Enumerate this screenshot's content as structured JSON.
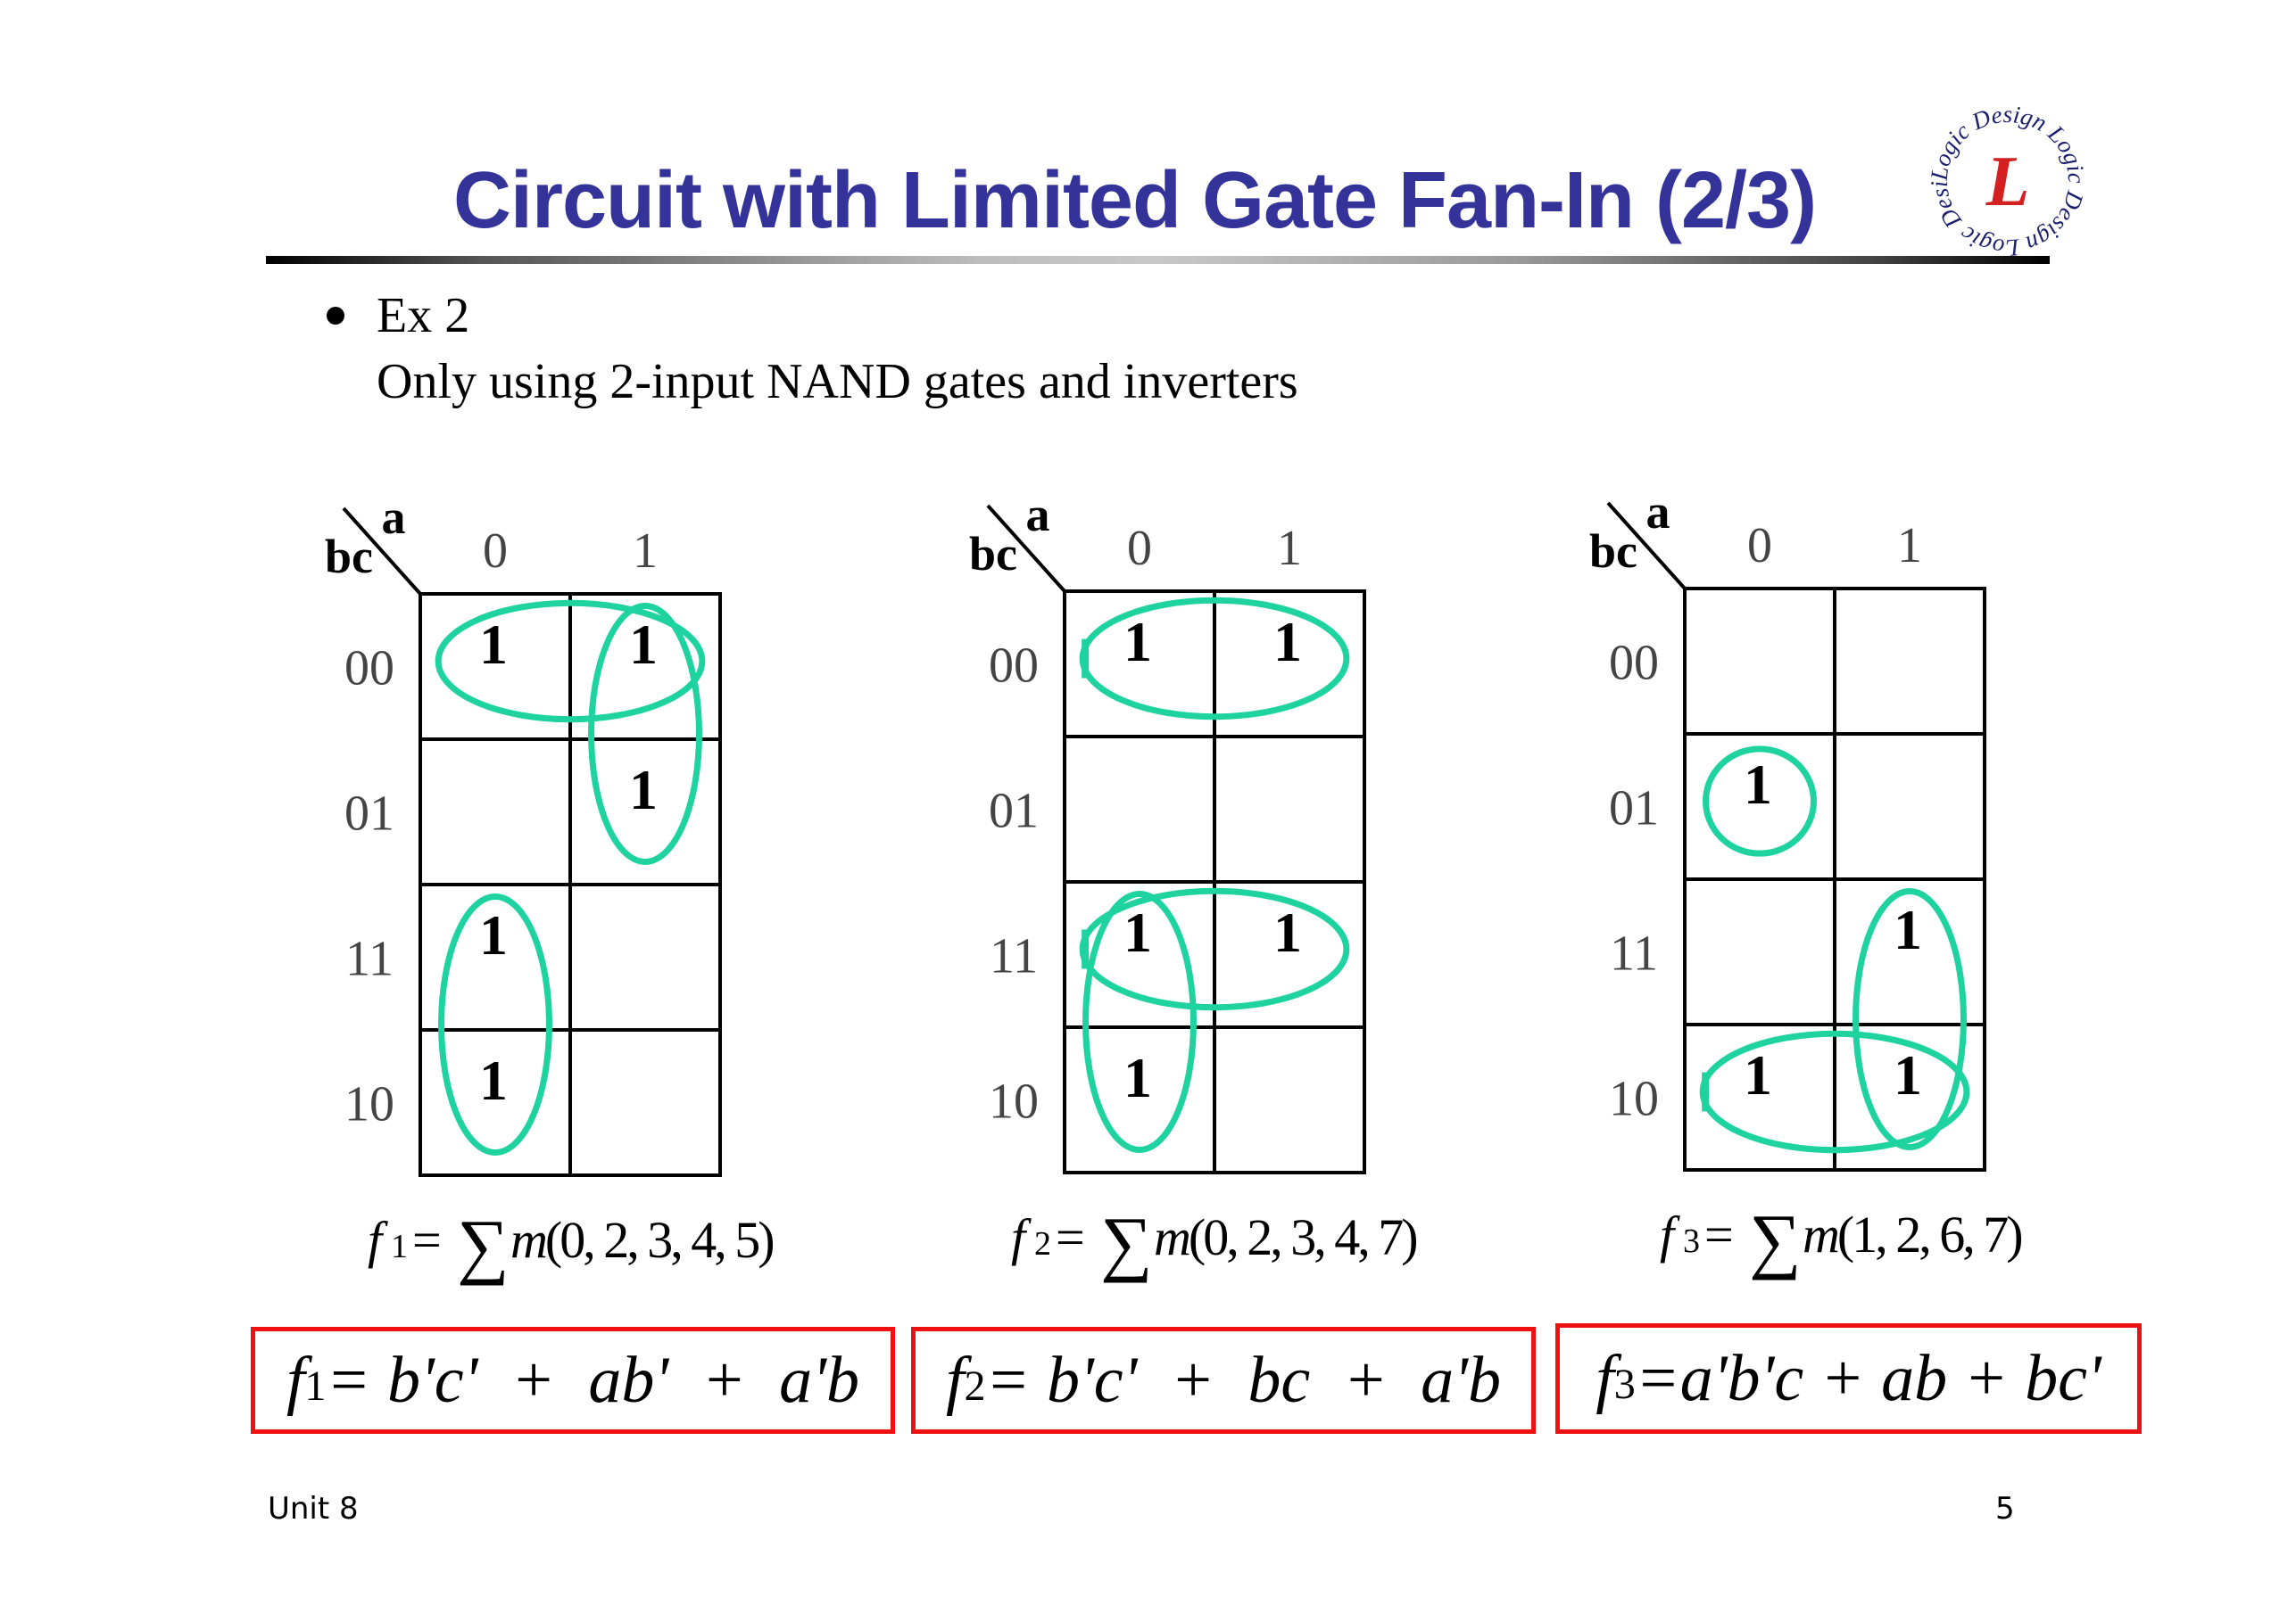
{
  "slide": {
    "title": "Circuit with Limited Gate Fan-In (2/3)",
    "logo": {
      "icon": "logic-design-logo-icon",
      "ring_text": "Logic Design",
      "monogram": "L",
      "ring_color": "#1a1f6e",
      "monogram_color": "#d42020"
    },
    "bullet": {
      "label": "Ex 2",
      "description": "Only using 2-input NAND gates and inverters"
    },
    "colors": {
      "title": "#333399",
      "loop": "#1fd3a0",
      "answer_box_border": "#ee1111"
    },
    "kmaps": [
      {
        "name": "f1",
        "col_var": "a",
        "row_var": "bc",
        "col_labels": [
          "0",
          "1"
        ],
        "row_labels": [
          "00",
          "01",
          "11",
          "10"
        ],
        "cells": [
          [
            "1",
            "1"
          ],
          [
            "",
            "1"
          ],
          [
            "1",
            ""
          ],
          [
            "1",
            ""
          ]
        ],
        "function_label": "f",
        "function_sub": "1",
        "minterms_expr": "m(0, 2, 3, 4, 5)",
        "loops": [
          {
            "cells": [
              [
                0,
                0
              ],
              [
                0,
                1
              ]
            ],
            "shape": "horizontal"
          },
          {
            "cells": [
              [
                0,
                1
              ],
              [
                1,
                1
              ]
            ],
            "shape": "vertical"
          },
          {
            "cells": [
              [
                2,
                0
              ],
              [
                3,
                0
              ]
            ],
            "shape": "vertical"
          }
        ],
        "answer": {
          "lhs": "f",
          "sub": "1",
          "rhs": "= b'c'  +  ab'  +  a'b"
        }
      },
      {
        "name": "f2",
        "col_var": "a",
        "row_var": "bc",
        "col_labels": [
          "0",
          "1"
        ],
        "row_labels": [
          "00",
          "01",
          "11",
          "10"
        ],
        "cells": [
          [
            "1",
            "1"
          ],
          [
            "",
            ""
          ],
          [
            "1",
            "1"
          ],
          [
            "1",
            ""
          ]
        ],
        "function_label": "f",
        "function_sub": "2",
        "minterms_expr": "m(0, 2, 3, 4, 7)",
        "loops": [
          {
            "cells": [
              [
                0,
                0
              ],
              [
                0,
                1
              ]
            ],
            "shape": "horizontal",
            "tick": true
          },
          {
            "cells": [
              [
                2,
                0
              ],
              [
                2,
                1
              ]
            ],
            "shape": "horizontal",
            "tick": true
          },
          {
            "cells": [
              [
                2,
                0
              ],
              [
                3,
                0
              ]
            ],
            "shape": "vertical"
          }
        ],
        "answer": {
          "lhs": "f",
          "sub": "2",
          "rhs": "= b'c'  +  bc  +  a'b"
        }
      },
      {
        "name": "f3",
        "col_var": "a",
        "row_var": "bc",
        "col_labels": [
          "0",
          "1"
        ],
        "row_labels": [
          "00",
          "01",
          "11",
          "10"
        ],
        "cells": [
          [
            "",
            ""
          ],
          [
            "1",
            ""
          ],
          [
            "",
            "1"
          ],
          [
            "1",
            "1"
          ]
        ],
        "function_label": "f",
        "function_sub": "3",
        "minterms_expr": "m(1, 2, 6, 7)",
        "loops": [
          {
            "cells": [
              [
                1,
                0
              ]
            ],
            "shape": "single"
          },
          {
            "cells": [
              [
                2,
                1
              ],
              [
                3,
                1
              ]
            ],
            "shape": "vertical"
          },
          {
            "cells": [
              [
                3,
                0
              ],
              [
                3,
                1
              ]
            ],
            "shape": "horizontal",
            "tick": true
          }
        ],
        "answer": {
          "lhs": "f",
          "sub": "3",
          "rhs": "=a'b'c + ab + bc'"
        }
      }
    ],
    "footer": {
      "left": "Unit 8",
      "page_number": "5"
    }
  }
}
